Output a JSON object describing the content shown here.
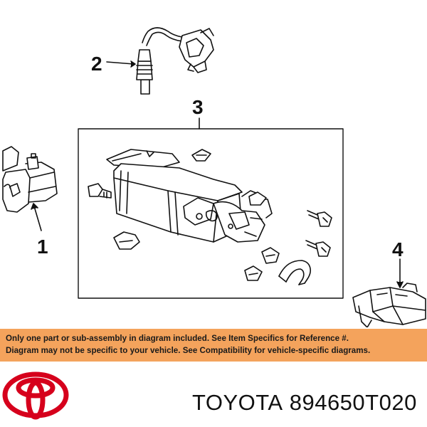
{
  "diagram": {
    "callouts": [
      {
        "id": "1",
        "label": "1"
      },
      {
        "id": "2",
        "label": "2"
      },
      {
        "id": "3",
        "label": "3"
      },
      {
        "id": "4",
        "label": "4"
      }
    ]
  },
  "banner": {
    "line1": "Only one part or sub-assembly in diagram included. See Item Specifics for Reference #.",
    "line2": "Diagram may not be specific to your vehicle. See Compatibility for vehicle-specific diagrams.",
    "color": "#f4a35c"
  },
  "brand": {
    "logo_icon": "toyota-logo-icon",
    "logo_color": "#d6001c",
    "name": "TOYOTA",
    "part_number": "894650T020"
  }
}
